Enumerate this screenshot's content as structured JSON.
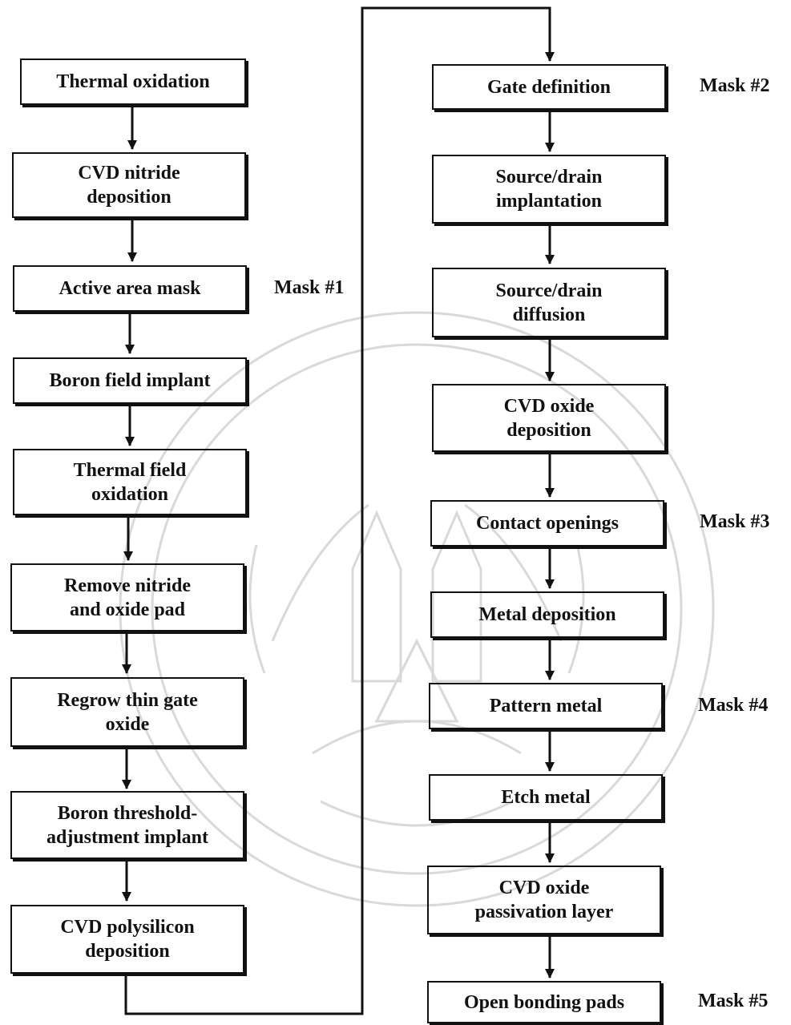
{
  "diagram": {
    "left_column": [
      {
        "label": "Thermal oxidation"
      },
      {
        "label": "CVD nitride\ndeposition"
      },
      {
        "label": "Active area mask"
      },
      {
        "label": "Boron field implant"
      },
      {
        "label": "Thermal field\noxidation"
      },
      {
        "label": "Remove nitride\nand oxide pad"
      },
      {
        "label": "Regrow thin gate\noxide"
      },
      {
        "label": "Boron threshold-\nadjustment implant"
      },
      {
        "label": "CVD polysilicon\ndeposition"
      }
    ],
    "right_column": [
      {
        "label": "Gate definition"
      },
      {
        "label": "Source/drain\nimplantation"
      },
      {
        "label": "Source/drain\ndiffusion"
      },
      {
        "label": "CVD oxide\ndeposition"
      },
      {
        "label": "Contact openings"
      },
      {
        "label": "Metal deposition"
      },
      {
        "label": "Pattern metal"
      },
      {
        "label": "Etch metal"
      },
      {
        "label": "CVD oxide\npassivation layer"
      },
      {
        "label": "Open bonding pads"
      }
    ],
    "masks": [
      {
        "label": "Mask #1"
      },
      {
        "label": "Mask #2"
      },
      {
        "label": "Mask #3"
      },
      {
        "label": "Mask #4"
      },
      {
        "label": "Mask #5"
      }
    ]
  }
}
